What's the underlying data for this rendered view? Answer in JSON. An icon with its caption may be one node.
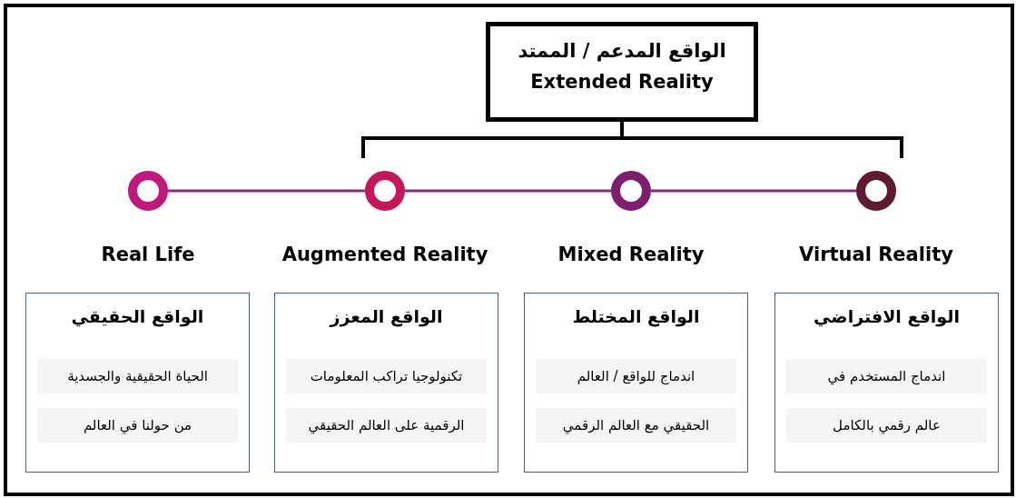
{
  "diagram": {
    "nodes": [
      {
        "text": [
          "الواقع المدعم / الممتد",
          "Extended Reality"
        ]
      },
      {
        "text": [],
        "shape": "circle",
        "beside": [
          "Real Life"
        ]
      },
      {
        "text": [],
        "shape": "circle",
        "beside": [
          "Augmented Reality"
        ]
      },
      {
        "text": [],
        "shape": "circle",
        "beside": [
          "Mixed Reality"
        ]
      },
      {
        "text": [],
        "shape": "circle",
        "beside": [
          "Virtual Reality"
        ]
      },
      {
        "text": [
          "الواقع الحقيقي",
          "الحياة الحقيقية والجسدية",
          "من حولنا في العالم"
        ]
      },
      {
        "text": [
          "الواقع المعزز",
          "تكنولوجيا تراكب المعلومات",
          "الرقمية على العالم الحقيقي"
        ]
      },
      {
        "text": [
          "الواقع المختلط",
          "اندماج للواقع / العالم",
          "الحقيقي مع العالم الرقمي"
        ]
      },
      {
        "text": [
          "الواقع الافتراضي",
          "اندماج المستخدم في",
          "عالم رقمي بالكامل"
        ]
      }
    ],
    "edges": [
      {
        "from": 1,
        "to": 2,
        "arrow": "none"
      },
      {
        "from": 2,
        "to": 3,
        "arrow": "none"
      },
      {
        "from": 3,
        "to": 4,
        "arrow": "none"
      }
    ]
  }
}
